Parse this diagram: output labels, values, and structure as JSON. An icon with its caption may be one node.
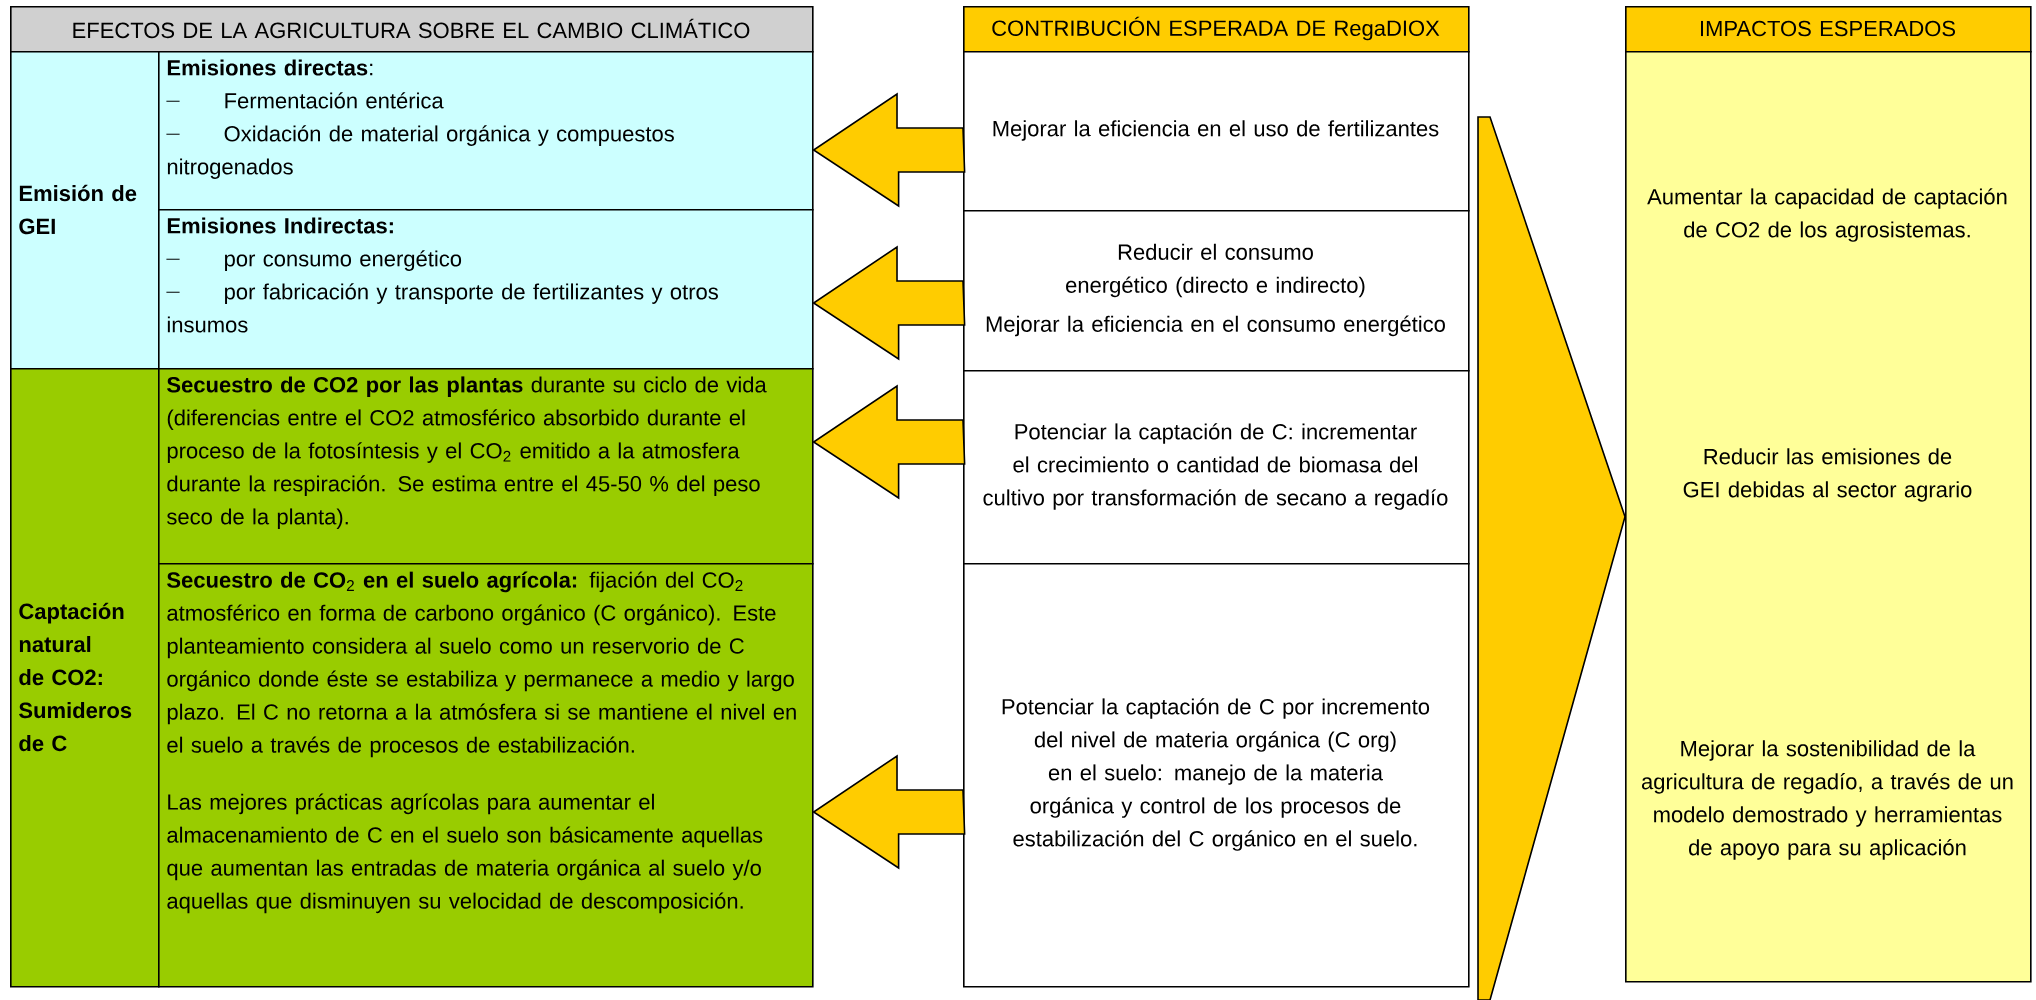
{
  "diagram": {
    "nodes": [
      {
        "text": [
          "EFECTOS DE LA AGRICULTURA SOBRE EL CAMBIO CLIMÁTICO"
        ]
      },
      {
        "text": [
          "Emisión de GEI"
        ]
      },
      {
        "text": [
          "**Emisiones directas**:",
          "Fermentación entérica",
          "Oxidación de material orgánica y compuestos nitrogenados"
        ]
      },
      {
        "text": [
          "Emisiones Indirectas:",
          "por consumo energético",
          "por fabricación y transporte de fertilizantes y otros insumos"
        ]
      },
      {
        "text": [
          "Captación natural de CO2: Sumideros de C"
        ]
      },
      {
        "text": [
          "**Secuestro de CO2 por las plantas** durante su ciclo de vida (diferencias entre el CO2 atmosférico absorbido durante el proceso de la fotosíntesis y el CO$_{2}$ emitido a la atmosfera durante la respiración. Se estima entre el 45-50 % del peso seco de la planta)."
        ]
      },
      {
        "text": [
          "**Secuestro de CO**$_{2}$ **en el suelo agrícola:** fijación del CO$_{2}$ atmosférico en forma de carbono orgánico (C orgánico). Este planteamiento considera al suelo como un reservorio de C orgánico donde éste se estabiliza y permanece a medio y largo plazo. El C no retorna a la atmósfera si se mantiene el nivel en el suelo a través de procesos de estabilización.",
          "Las mejores prácticas agrícolas para aumentar el almacenamiento de C en el suelo son básicamente aquellas que aumentan las entradas de materia orgánica al suelo y/o aquellas que disminuyen su velocidad de descomposición."
        ]
      },
      {
        "text": [
          "CONTRIBUCIÓN ESPERADA DE RegaDIOX"
        ]
      },
      {
        "text": [
          "Mejorar la eficiencia en el uso de fertilizantes"
        ]
      },
      {
        "text": [
          "Reducir el consumo energético (directo e indirecto)",
          "Mejorar la eficiencia en el consumo energético"
        ]
      },
      {
        "text": [
          "Potenciar la captación de C: incrementar el crecimiento o cantidad de biomasa del cultivo por transformación de secano a regadío"
        ]
      },
      {
        "text": [
          "Potenciar la captación de C por incremento del nivel de materia orgánica (C org) en el suelo: manejo de la materia orgánica y control de los procesos de estabilización del C orgánico en el suelo."
        ]
      },
      {
        "text": [
          "IMPACTOS ESPERADOS"
        ]
      },
      {
        "text": [
          "Aumentar la capacidad de captación de CO2 de los agrosistemas.",
          "Reducir las emisiones de GEI debidas al sector agrario",
          "Mejorar la sostenibilidad de la agricultura de regadío, a través de un modelo demostrado y herramientas de apoyo para su aplicación"
        ]
      }
    ],
    "edges": [
      {
        "from": 8,
        "to": 2,
        "arrow": "to"
      },
      {
        "from": 9,
        "to": 3,
        "arrow": "to"
      },
      {
        "from": 10,
        "to": 5,
        "arrow": "to"
      },
      {
        "from": 11,
        "to": 6,
        "arrow": "to"
      },
      {
        "from": null,
        "to": 13,
        "arrow": "to"
      }
    ]
  }
}
